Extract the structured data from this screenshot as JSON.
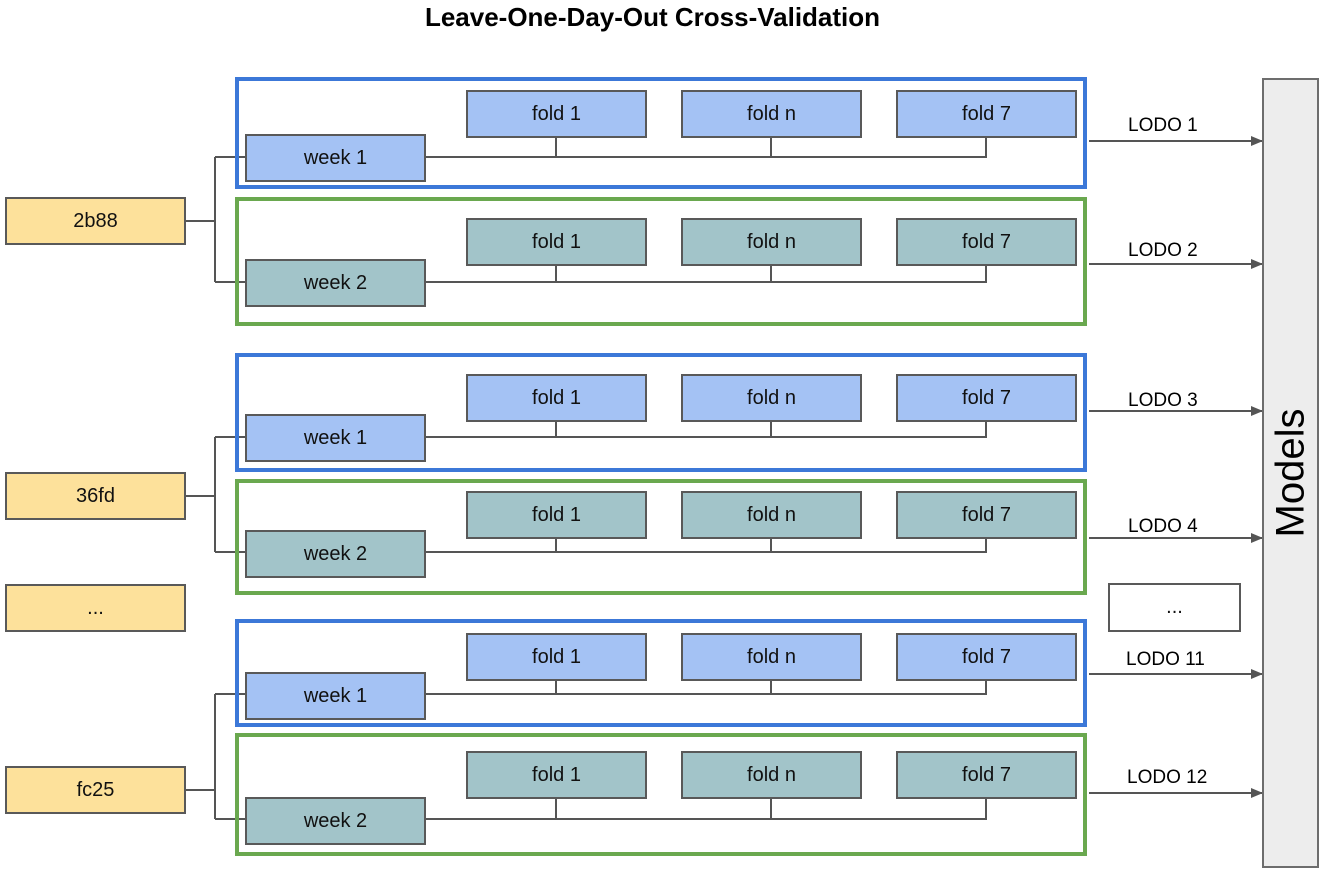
{
  "title": "Leave-One-Day-Out Cross-Validation",
  "users": [
    {
      "label": "2b88"
    },
    {
      "label": "36fd"
    },
    {
      "label": "..."
    },
    {
      "label": "fc25"
    }
  ],
  "groups": [
    {
      "week": "week 1",
      "folds": [
        "fold 1",
        "fold n",
        "fold 7"
      ],
      "lodo": "LODO 1"
    },
    {
      "week": "week 2",
      "folds": [
        "fold 1",
        "fold n",
        "fold 7"
      ],
      "lodo": "LODO 2"
    },
    {
      "week": "week 1",
      "folds": [
        "fold 1",
        "fold n",
        "fold 7"
      ],
      "lodo": "LODO 3"
    },
    {
      "week": "week 2",
      "folds": [
        "fold 1",
        "fold n",
        "fold 7"
      ],
      "lodo": "LODO 4"
    },
    {
      "week": "week 1",
      "folds": [
        "fold 1",
        "fold n",
        "fold 7"
      ],
      "lodo": "LODO 11"
    },
    {
      "week": "week 2",
      "folds": [
        "fold 1",
        "fold n",
        "fold 7"
      ],
      "lodo": "LODO 12"
    }
  ],
  "ellipsis_box": "...",
  "models_label": "Models",
  "colors": {
    "user_fill": "#fde19b",
    "week1_fill": "#a4c2f4",
    "week2_fill": "#a2c4c9",
    "week1_border": "#3c78d8",
    "week2_border": "#6aa84f",
    "models_fill": "#ededed"
  }
}
